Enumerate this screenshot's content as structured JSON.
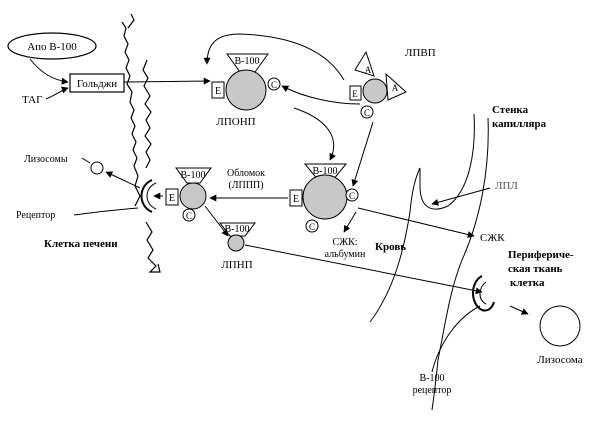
{
  "labels": {
    "apo_b100": "Апо В-100",
    "golgi": "Гольджи",
    "tag": "ТАГ",
    "lysosomes": "Лизосомы",
    "receptor": "Рецептор",
    "liver_cell": "Клетка печени",
    "lponp": "ЛПОНП",
    "lpvp": "ЛПВП",
    "lpnp": "ЛПНП",
    "fragment_line1": "Обломок",
    "fragment_line2": "(ЛППП)",
    "capillary_wall_line1": "Стенка",
    "capillary_wall_line2": "капилляра",
    "lpl": "ЛПЛ",
    "szhk": "СЖК",
    "szhk_albumin_line1": "СЖК:",
    "szhk_albumin_line2": "альбумин",
    "blood": "Кровь",
    "peripheral_line1": "Перифериче-",
    "peripheral_line2": "ская ткань",
    "peripheral_line3": "клетка",
    "lysosome": "Лизосома",
    "b100_receptor_line1": "В-100",
    "b100_receptor_line2": "рецептор"
  },
  "particle_labels": {
    "b100": "В-100",
    "e": "E",
    "c": "C",
    "a": "A"
  },
  "colors": {
    "particle_fill": "#c8c8c8",
    "line": "#000000"
  }
}
